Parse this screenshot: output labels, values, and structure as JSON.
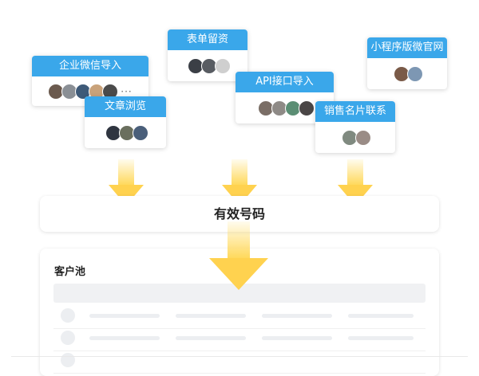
{
  "sources": [
    {
      "id": "wecom",
      "label": "企业微信导入",
      "avatars": [
        "#6b5a4e",
        "#8a8f95",
        "#3e5a78",
        "#c9a27a",
        "#4b4b4b"
      ],
      "more": "···"
    },
    {
      "id": "article",
      "label": "文章浏览",
      "avatars": [
        "#2f3540",
        "#6a6f5e",
        "#4a5f7a"
      ],
      "more": ""
    },
    {
      "id": "form",
      "label": "表单留资",
      "avatars": [
        "#3b3f46",
        "#585c62",
        "#cfcfcf"
      ],
      "more": ""
    },
    {
      "id": "api",
      "label": "API接口导入",
      "avatars": [
        "#7a6e66",
        "#8e8a86",
        "#5b8e74",
        "#4a4646"
      ],
      "more": ""
    },
    {
      "id": "card",
      "label": "销售名片联系",
      "avatars": [
        "#808a80",
        "#9a8c86"
      ],
      "more": ""
    },
    {
      "id": "miniapp",
      "label": "小程序版微官网",
      "avatars": [
        "#7a5a48",
        "#7d97b3"
      ],
      "more": ""
    }
  ],
  "valid_numbers": {
    "label": "有效号码"
  },
  "customer_pool": {
    "title": "客户池"
  },
  "colors": {
    "card_header": "#3aa7ea",
    "arrow": "#ffd24f"
  }
}
